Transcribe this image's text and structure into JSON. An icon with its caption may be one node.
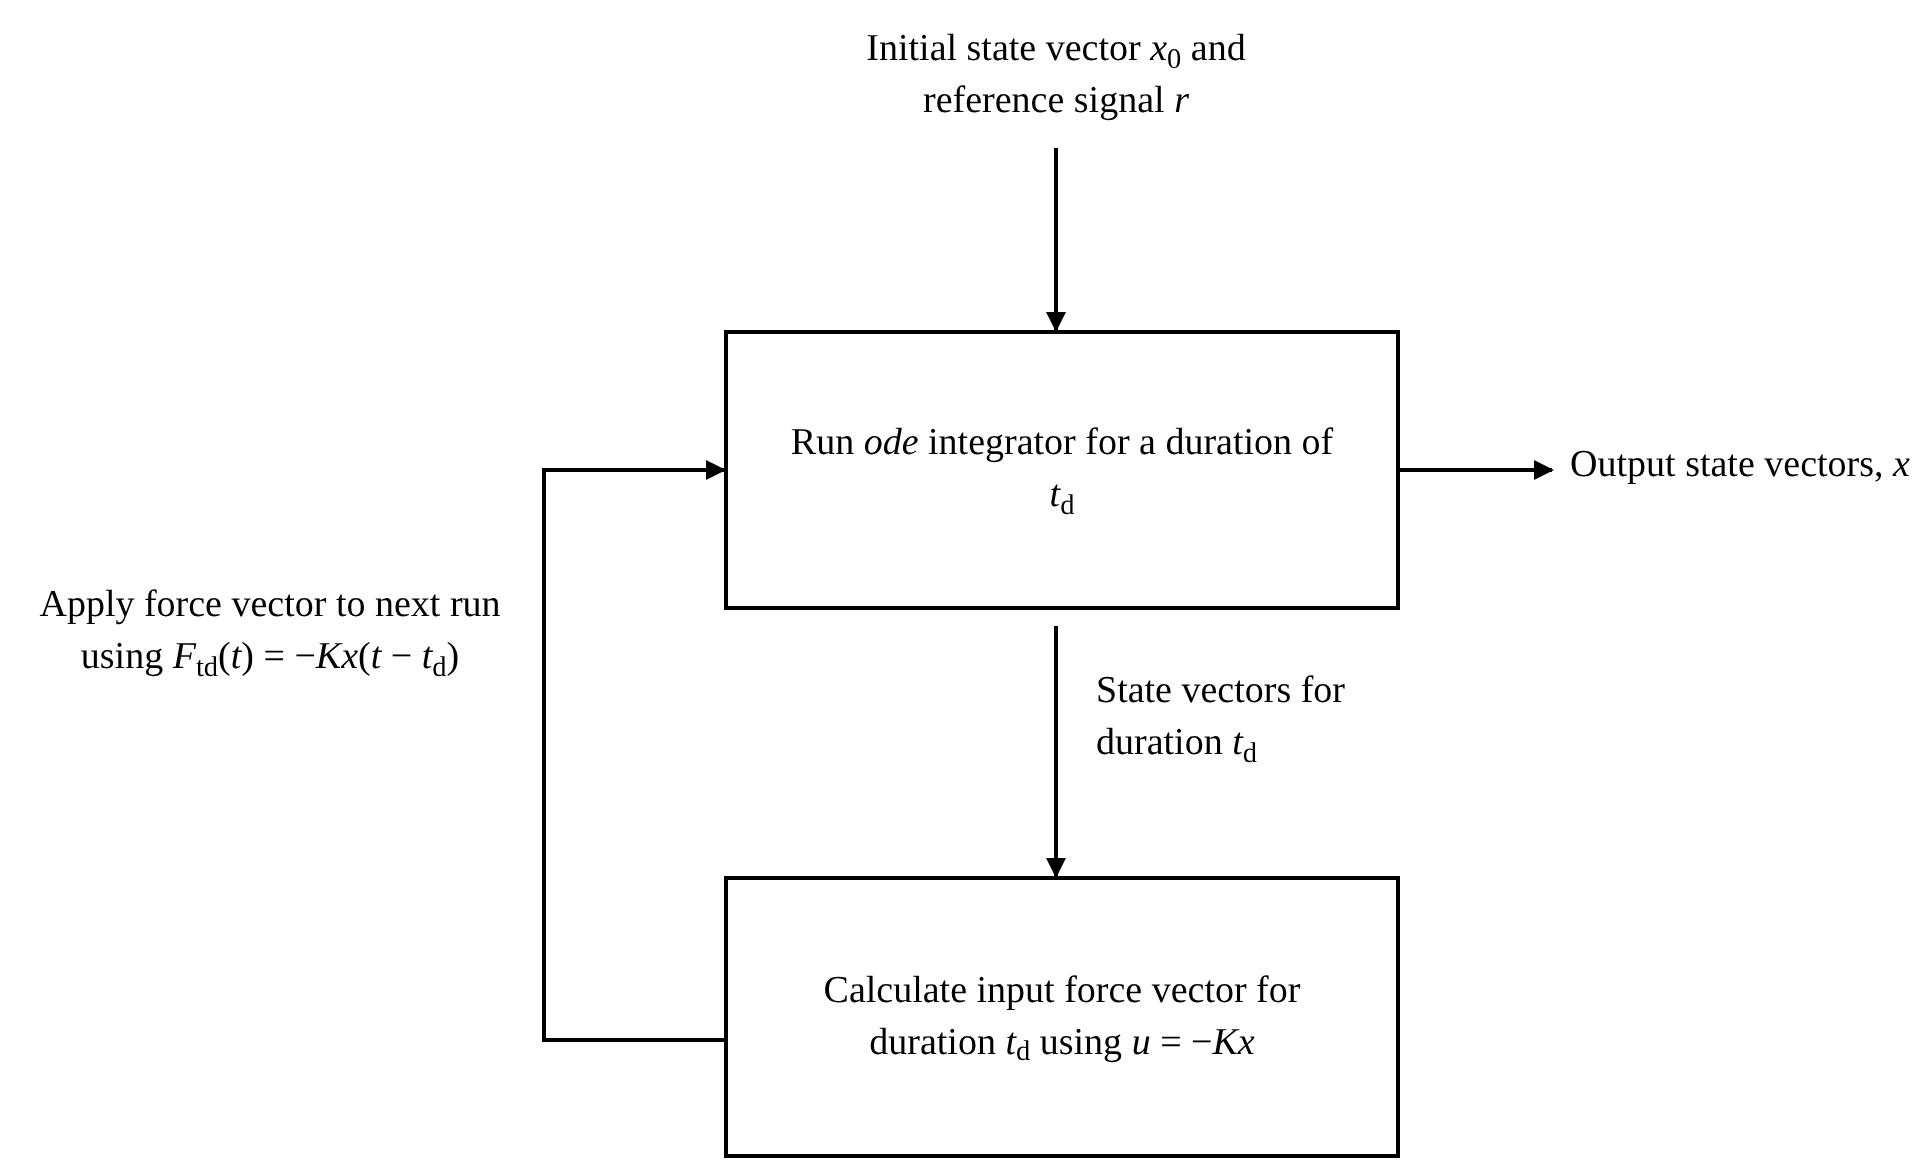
{
  "diagram": {
    "nodes": [
      {
        "text": [
          "Initial state vector *x*$_{0}$ and reference signal *r*"
        ]
      },
      {
        "text": [
          "Run *ode* integrator for a duration of *t*$_{d}$"
        ]
      },
      {
        "text": [
          "Output state vectors, *x*"
        ]
      },
      {
        "text": [
          "Calculate input force vector for duration *t*$_{d}$ using *u* = −*Kx*"
        ]
      }
    ],
    "edges": [
      {
        "from": 0,
        "to": 1,
        "arrow": "to"
      },
      {
        "from": 1,
        "to": 2,
        "arrow": "to"
      },
      {
        "from": 1,
        "to": 3,
        "arrow": "to",
        "label": "State vectors for duration *t*$_{d}$"
      },
      {
        "from": 3,
        "to": 1,
        "arrow": "to",
        "label": "Apply force vector to next run using *F*$_{td}$(*t*) = −*Kx*(*t* − *t*$_{d}$)"
      }
    ]
  }
}
